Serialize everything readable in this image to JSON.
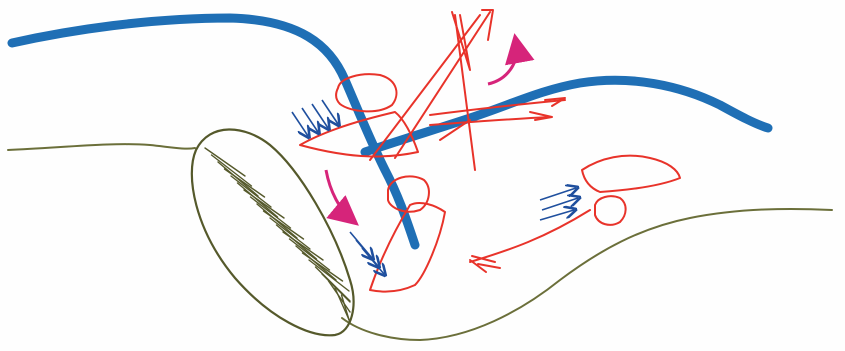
{
  "colors": {
    "background": "#fefefe",
    "blue_curve": "#1f6fb5",
    "green_line": "#6b6f3a",
    "red_sketch": "#e8332a",
    "magenta_arrow": "#d6247a",
    "navy_arrows": "#1f4f9e",
    "hatch": "#55592b"
  },
  "elements": {
    "blue_curve": "thick-blue-curve",
    "ground": "olive-outline",
    "oval": "hatched-oval",
    "arrows": [
      "navy-arrow-cluster",
      "magenta-rotation-arrow",
      "red-force-arrow"
    ]
  }
}
